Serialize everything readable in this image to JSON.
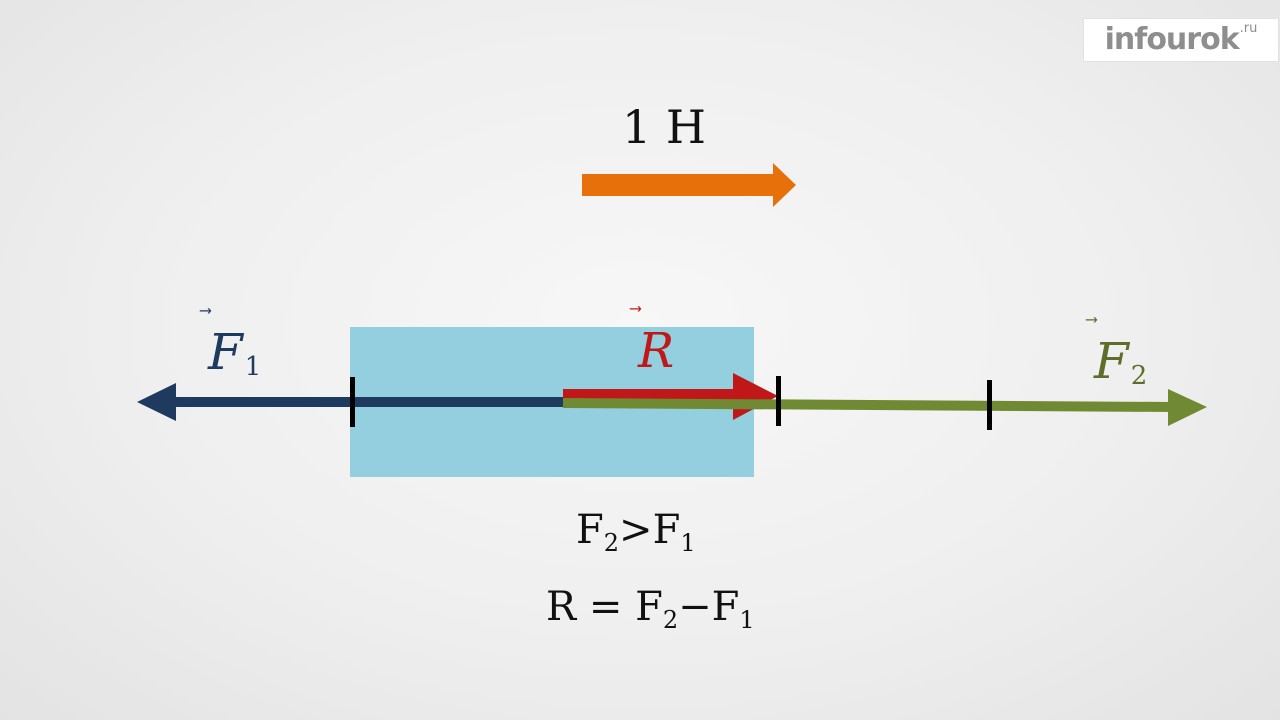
{
  "logo": {
    "word": "infourok",
    "suffix": ".ru"
  },
  "scale": {
    "label": "1 Н",
    "newtons": 1,
    "arrow_color": "#e8700a"
  },
  "vectors": {
    "F1": {
      "letter": "F",
      "sub": "1",
      "arrow": "⃗",
      "color": "#1f3a5f"
    },
    "F2": {
      "letter": "F",
      "sub": "2",
      "arrow": "⃗",
      "color": "#6f8a32"
    },
    "R": {
      "letter": "R",
      "arrow": "⃗",
      "color": "#c01818"
    }
  },
  "body_color": "#94cfe0",
  "formulas": {
    "line1": {
      "a": "F",
      "a_sub": "2",
      "op": ">",
      "b": "F",
      "b_sub": "1"
    },
    "line2": {
      "lhs": "R",
      "eq": " = ",
      "a": "F",
      "a_sub": "2",
      "op": "−",
      "b": "F",
      "b_sub": "1"
    }
  }
}
